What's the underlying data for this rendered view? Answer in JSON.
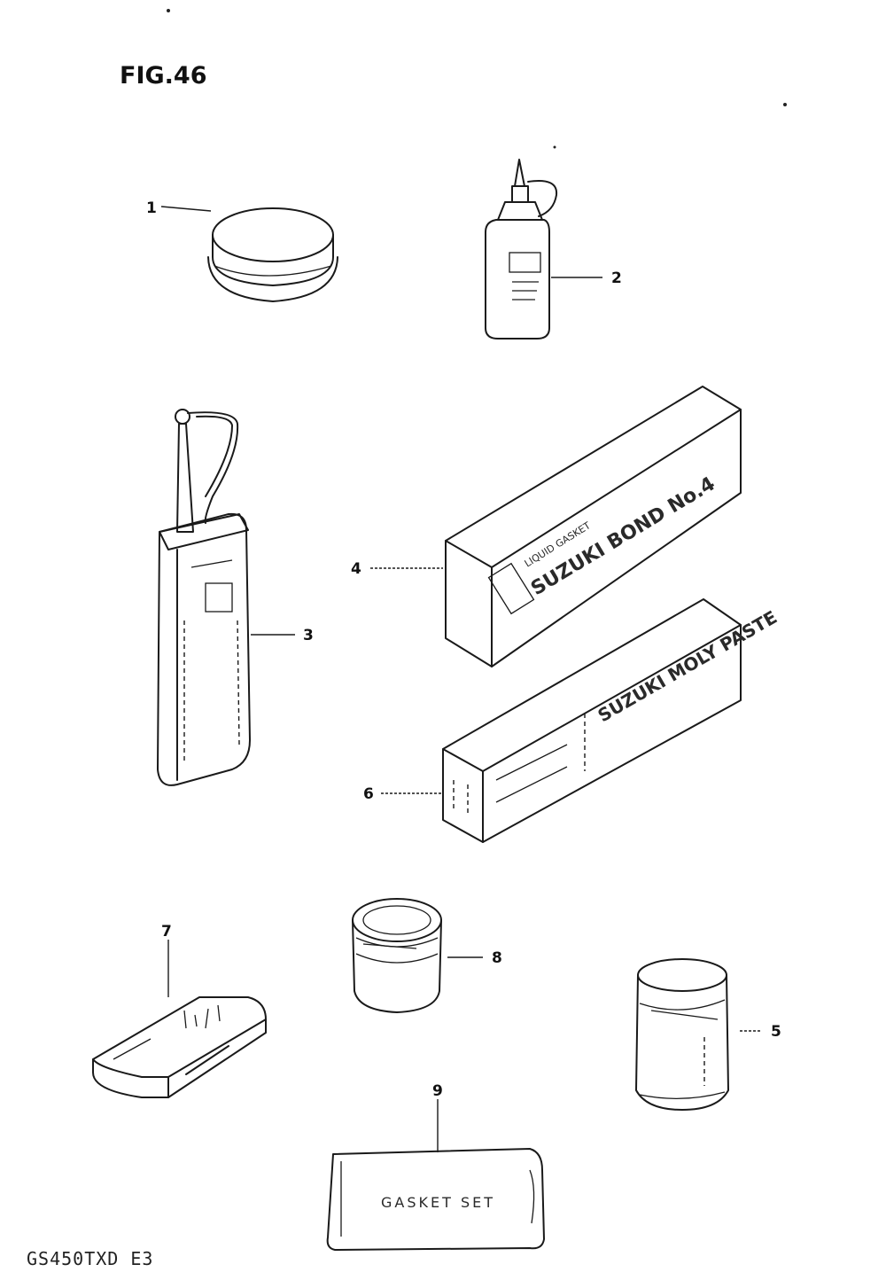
{
  "figure": {
    "title": "FIG.46",
    "footer_code": "GS450TXD E3"
  },
  "callouts": [
    "1",
    "2",
    "3",
    "4",
    "6",
    "7",
    "8",
    "5",
    "9"
  ],
  "package_text": {
    "box4_small": "LIQUID GASKET",
    "box4_large": "SUZUKI BOND No.4",
    "box6_large": "SUZUKI MOLY PASTE",
    "gasket_set": "GASKET SET"
  }
}
